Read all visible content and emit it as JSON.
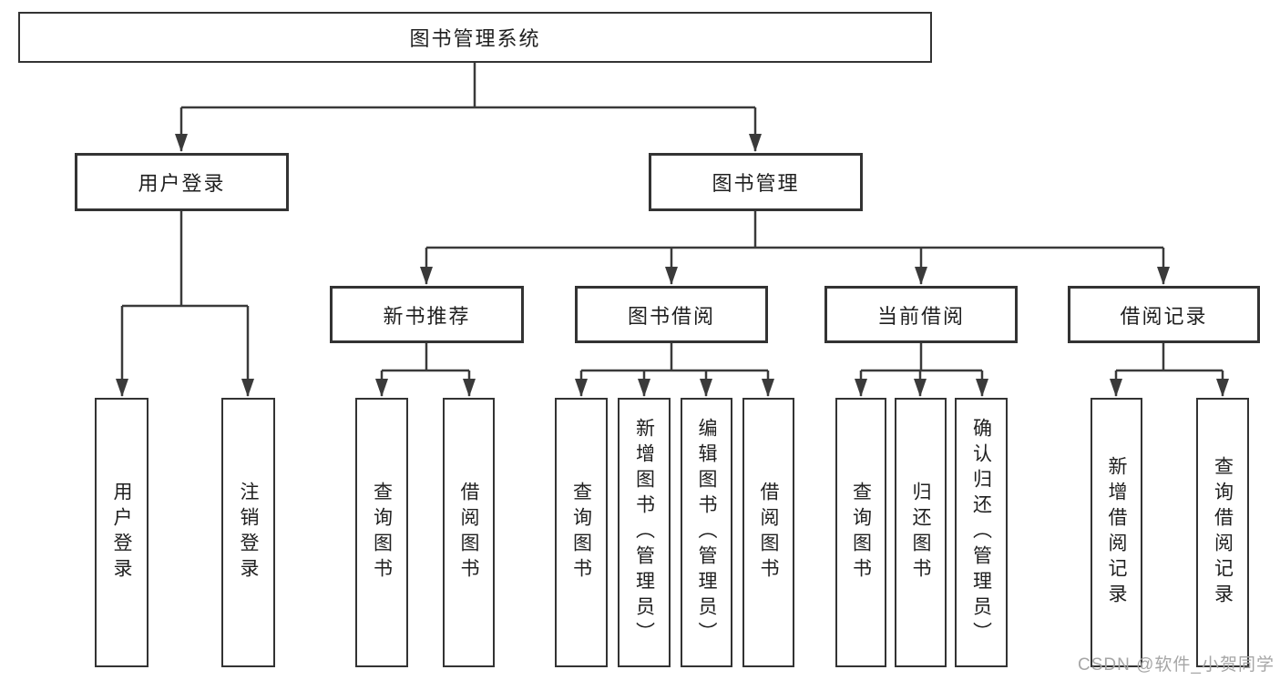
{
  "diagram": {
    "root": {
      "label": "图书管理系统"
    },
    "level2": {
      "user_login": {
        "label": "用户登录"
      },
      "book_management": {
        "label": "图书管理"
      }
    },
    "level3": {
      "new_book_recommend": {
        "label": "新书推荐"
      },
      "book_borrow": {
        "label": "图书借阅"
      },
      "current_borrow": {
        "label": "当前借阅"
      },
      "borrow_records": {
        "label": "借阅记录"
      }
    },
    "leaves": {
      "user_login": {
        "label": "用户登录"
      },
      "logout": {
        "label": "注销登录"
      },
      "recommend_query_book": {
        "label": "查询图书"
      },
      "recommend_borrow_book": {
        "label": "借阅图书"
      },
      "borrow_query_book": {
        "label": "查询图书"
      },
      "borrow_add_book": {
        "label": "新增图书（管理员）"
      },
      "borrow_edit_book": {
        "label": "编辑图书（管理员）"
      },
      "borrow_borrow_book": {
        "label": "借阅图书"
      },
      "current_query_book": {
        "label": "查询图书"
      },
      "current_return_book": {
        "label": "归还图书"
      },
      "current_confirm_return": {
        "label": "确认归还（管理员）"
      },
      "records_add_record": {
        "label": "新增借阅记录"
      },
      "records_query_record": {
        "label": "查询借阅记录"
      }
    },
    "watermark": "CSDN @软件_小贺同学",
    "colors": {
      "line": "#3a3a3a",
      "border": "#333333",
      "text": "#1f1f1f",
      "bg": "#ffffff",
      "watermark": "#a6a6a6"
    }
  }
}
